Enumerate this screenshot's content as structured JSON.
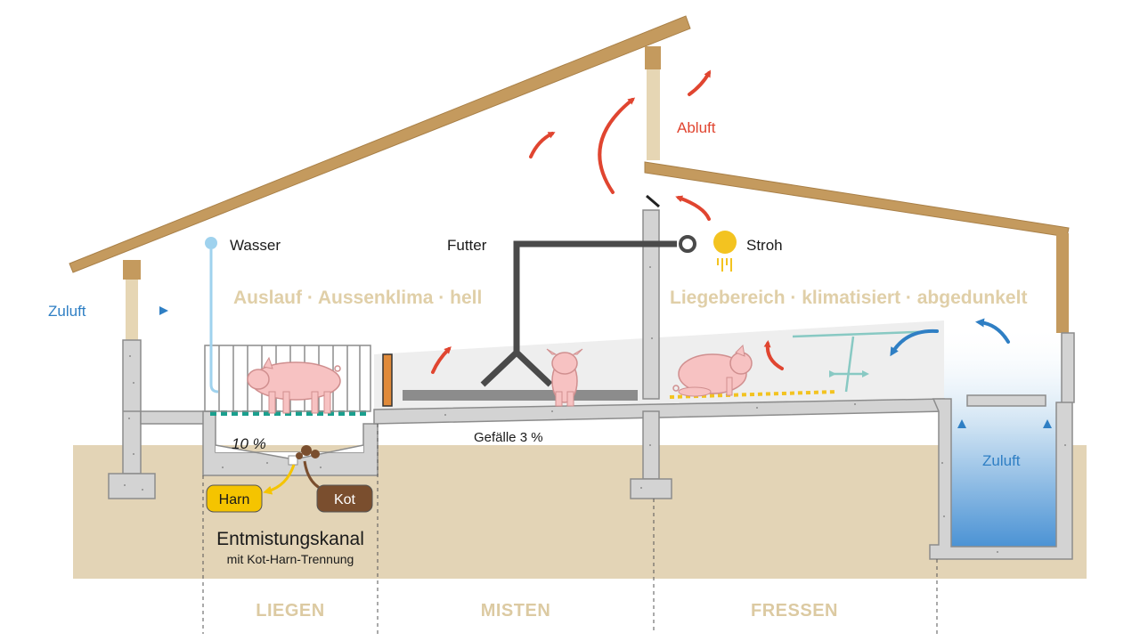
{
  "labels": {
    "water": "Wasser",
    "feed": "Futter",
    "straw": "Stroh",
    "exhaust_air": "Abluft",
    "supply_air_left": "Zuluft",
    "supply_air_right": "Zuluft",
    "outdoor_area": "Auslauf · Aussenklima · hell",
    "lying_area": "Liegebereich · klimatisiert · abgedunkelt",
    "slope_channel": "10 %",
    "slope_floor": "Gefälle 3 %",
    "urine": "Harn",
    "feces": "Kot",
    "channel_title": "Entmistungskanal",
    "channel_subtitle": "mit Kot-Harn-Trennung"
  },
  "zones": {
    "lying": "LIEGEN",
    "dunging": "MISTEN",
    "feeding": "FRESSEN"
  },
  "colors": {
    "roof": "#c49a5e",
    "wall_infill": "#e6d6b4",
    "ground": "#e3d4b6",
    "concrete": "#d3d3d3",
    "pipe_dark": "#4a4a4a",
    "water_pipe": "#9fd2ee",
    "pig": "#f7c2c2",
    "air_blue": "#2f7fc4",
    "air_red": "#e04530",
    "urine_box": "#f5c400",
    "feces_box": "#7a4e2e",
    "slat": "#1aa08e",
    "straw": "#f3c320"
  }
}
